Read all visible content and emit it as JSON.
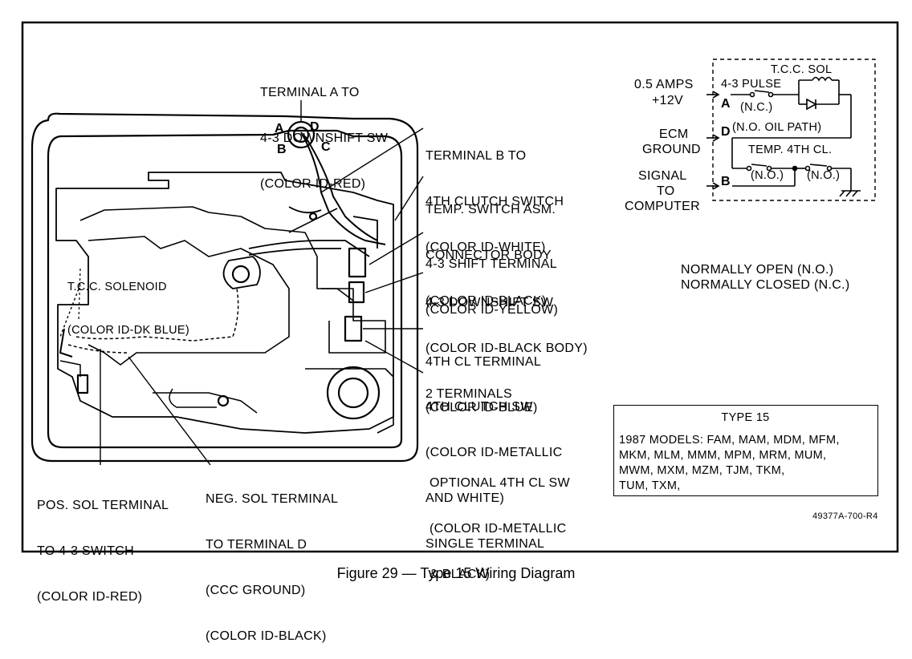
{
  "labels": {
    "terminal_a": [
      "TERMINAL A TO",
      "4-3 DOWNSHIFT SW",
      "(COLOR ID-RED)"
    ],
    "terminal_b": [
      "TERMINAL B TO",
      "4TH CLUTCH SWITCH",
      "(COLOR ID-WHITE)"
    ],
    "temp_switch": [
      "TEMP. SWITCH ASM.",
      "CONNECTOR BODY",
      "(COLOR ID-BLACK)"
    ],
    "shift_43": [
      "4-3 SHIFT TERMINAL",
      "(COLOR ID-YELLOW)"
    ],
    "downshift_43": [
      "4-3 DOWNSHIFT SW",
      "(COLOR ID-BLACK BODY)",
      "2 TERMINALS"
    ],
    "fourth_cl_terminal": [
      "4TH CL TERMINAL",
      "(COLOR ID-BLUE)"
    ],
    "fourth_clutch_sw": [
      "4TH CLUTCH SW",
      "(COLOR ID-METALLIC",
      "AND WHITE)",
      "SINGLE TERMINAL"
    ],
    "optional_4th": [
      "OPTIONAL 4TH CL SW",
      "(COLOR ID-METALLIC",
      "& BLACK)"
    ],
    "tcc_solenoid": [
      "T.C.C. SOLENOID",
      "(COLOR ID-DK BLUE)"
    ],
    "pos_sol": [
      "POS. SOL TERMINAL",
      "TO 4-3 SWITCH",
      "(COLOR ID-RED)"
    ],
    "neg_sol": [
      "NEG. SOL TERMINAL",
      "TO TERMINAL D",
      "(CCC GROUND)",
      "(COLOR ID-BLACK)"
    ],
    "connector_letters": {
      "a": "A",
      "b": "B",
      "c": "C",
      "d": "D"
    }
  },
  "schematic": {
    "amps": "0.5 AMPS",
    "volts": "+12V",
    "ecm": "ECM",
    "ground": "GROUND",
    "signal": "SIGNAL",
    "to": "TO",
    "computer": "COMPUTER",
    "tcc_sol": "T.C.C. SOL",
    "pulse": "4-3 PULSE",
    "nc": "(N.C.)",
    "no_oil": "(N.O. OIL PATH)",
    "temp_4th": "TEMP. 4TH CL.",
    "no1": "(N.O.)",
    "no2": "(N.O.)",
    "pin_a": "A",
    "pin_d": "D",
    "pin_b": "B"
  },
  "legend": {
    "normally_open": "NORMALLY OPEN (N.O.)",
    "normally_closed": "NORMALLY CLOSED (N.C.)"
  },
  "type_box": {
    "title": "TYPE 15",
    "lines": [
      "1987 MODELS: FAM, MAM, MDM, MFM,",
      "MKM, MLM, MMM, MPM, MRM, MUM,",
      "MWM, MXM, MZM, TJM, TKM,",
      "TUM, TXM,"
    ]
  },
  "part_number": "49377A-700-R4",
  "caption": "Figure 29 — Type 15 Wiring Diagram"
}
